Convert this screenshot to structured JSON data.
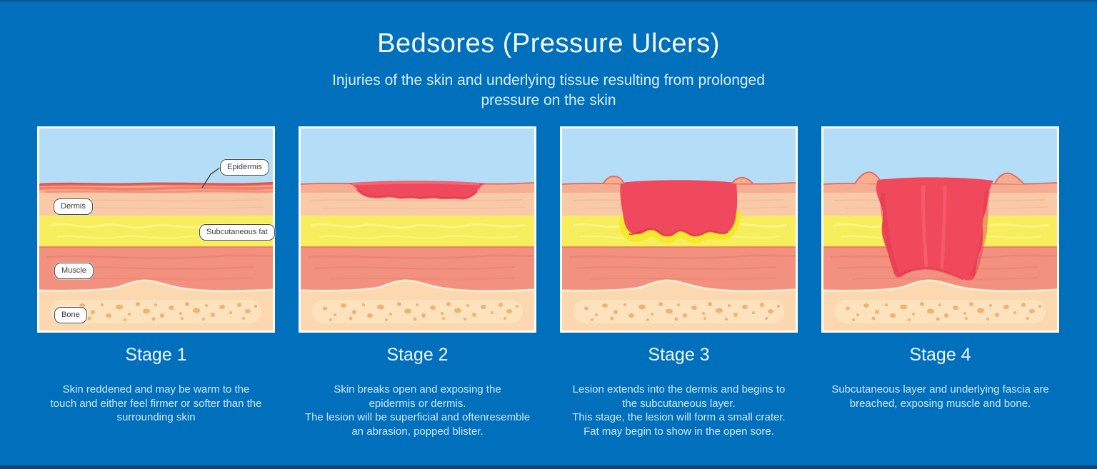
{
  "page": {
    "title": "Bedsores (Pressure Ulcers)",
    "subtitle": "Injuries of the skin and underlying tissue resulting from prolonged\npressure on the skin"
  },
  "anatomy_labels": {
    "epidermis": "Epidermis",
    "dermis": "Dermis",
    "subcutaneous_fat": "Subcutaneous fat",
    "muscle": "Muscle",
    "bone": "Bone"
  },
  "stages": [
    {
      "title": "Stage 1",
      "description": "Skin reddened and may be warm to the\ntouch and either feel firmer or softer than the\nsurrounding skin"
    },
    {
      "title": "Stage 2",
      "description": "Skin breaks open and exposing the\nepidermis or dermis.\nThe lesion will be superficial and oftenresemble\nan abrasion, popped blister."
    },
    {
      "title": "Stage 3",
      "description": "Lesion extends into the dermis and begins to\nthe subcutaneous layer.\nThis stage, the lesion will form a small crater.\nFat may begin to show in the open sore."
    },
    {
      "title": "Stage 4",
      "description": "Subcutaneous layer and underlying fascia are\nbreached, exposing muscle and bone."
    }
  ],
  "colors": {
    "background": "#0070bc",
    "edge_strip": "#1d4076",
    "sky": "#b4def8",
    "epidermis": "#f6ae92",
    "epidermis_red": "#ec6056",
    "dermis": "#f9caa7",
    "subcutaneous_fat": "#f7ee5d",
    "muscle": "#f29180",
    "bone_tissue": "#fbd8af",
    "bone_speckle": "#f3b171",
    "wound": "#f0485c",
    "panel_border": "#fdfdfa"
  }
}
